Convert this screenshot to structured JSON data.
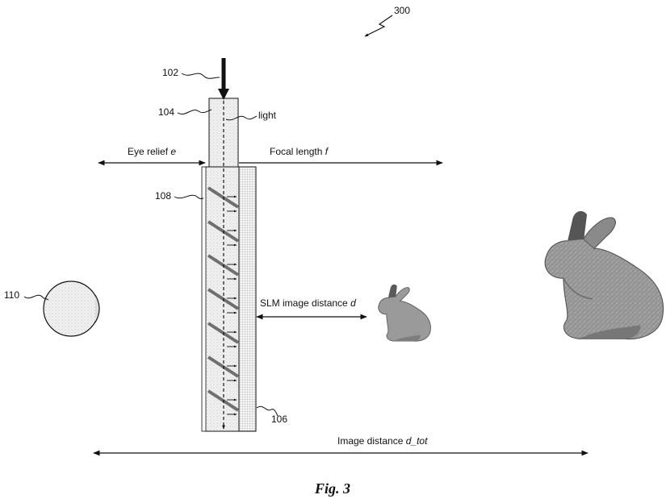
{
  "figure": {
    "figure_number": "300",
    "caption": "Fig. 3"
  },
  "refs": {
    "r102": "102",
    "r104": "104",
    "r106": "106",
    "r108": "108",
    "r110": "110"
  },
  "labels": {
    "light": "light",
    "eye_relief": "Eye relief",
    "eye_relief_var": "e",
    "focal_length": "Focal length",
    "focal_length_var": "f",
    "slm_distance": "SLM image distance",
    "slm_distance_var": "d",
    "image_distance": "Image distance",
    "image_distance_var": "d_tot"
  },
  "colors": {
    "ink": "#111111",
    "waveguide_fill": "#efefef",
    "eye_fill": "#e9e9e9",
    "bunny_fill": "#9a9a9a",
    "bunny_shadow": "#6e6e6e"
  }
}
